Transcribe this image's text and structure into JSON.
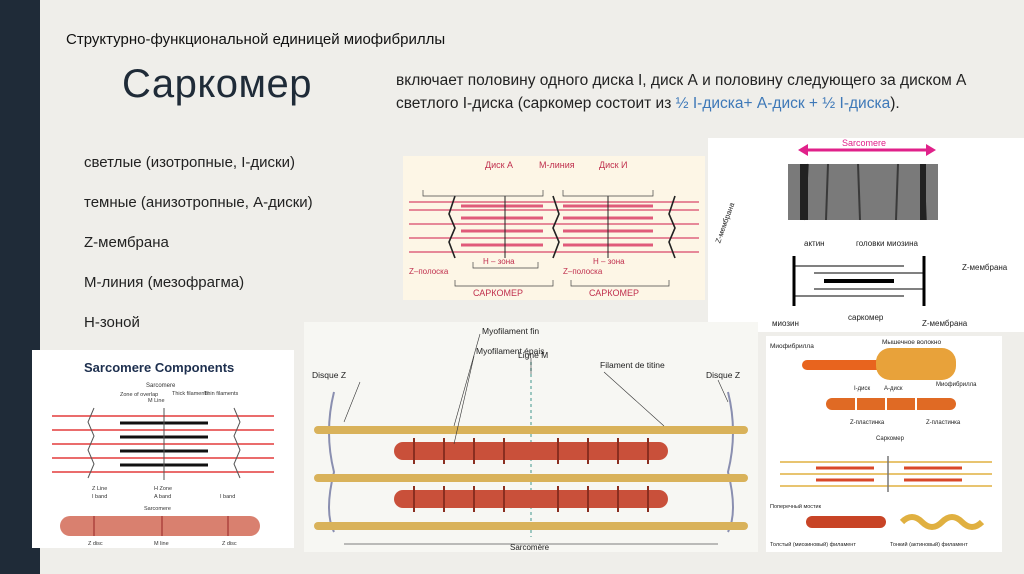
{
  "subtitle": "Структурно-функциональной единицей миофибриллы",
  "title": "Саркомер",
  "description": {
    "part1": "включает половину одного диска I, диск А и половину следующего за диском А светлого I-диска (саркомер состоит из ",
    "highlight": "½ I-диска+ А-диск + ½ I-диска",
    "part2": ")."
  },
  "bullets": [
    "светлые (изотропные, I-диски)",
    "темные (анизотропные, А-диски)",
    "Z-мембрана",
    "М-линия (мезофрагма)",
    "Н-зоной"
  ],
  "fig1": {
    "disk_a": "Диск А",
    "m_line": "М-линия",
    "disk_i": "Диск И",
    "z_strip": "Z–полоска",
    "h_zone": "Н – зона",
    "sarcomere": "САРКОМЕР"
  },
  "fig2": {
    "sarcomere": "Sarcomere",
    "z_membrane": "Z-мембрана",
    "actin": "актин",
    "myosin_heads": "головки миозина",
    "myosin": "миозин",
    "sarcomere_ru": "саркомер"
  },
  "fig3": {
    "title": "Sarcomere Components",
    "sarcomere": "Sarcomere",
    "zone_overlap": "Zone of overlap",
    "m_line": "M Line",
    "thick": "Thick filaments",
    "thin": "Thin filaments",
    "z_line": "Z Line",
    "i_band": "I band",
    "h_zone": "H Zone",
    "a_band": "A band",
    "z_disc": "Z disc",
    "m_line2": "M line"
  },
  "fig4": {
    "myofilament_fin": "Myofilament fin",
    "myofilament_epais": "Myofilament épais",
    "disque_z": "Disque Z",
    "ligne_m": "Ligne M",
    "filament_titine": "Filament de titine",
    "sarcomere": "Sarcomère"
  },
  "fig5": {
    "myofibril": "Миофибрилла",
    "muscle_fiber": "Мышечное волокно",
    "i_disk": "I-диск",
    "a_disk": "А-диск",
    "myofibril2": "Миофибрилла",
    "z_plate": "Z-пластинка",
    "sarcomere": "Саркомер",
    "cross_bridge": "Поперечный мостик",
    "thick_filament": "Толстый (миозиновый) филамент",
    "thin_filament": "Тонкий (актиновый) филамент"
  }
}
